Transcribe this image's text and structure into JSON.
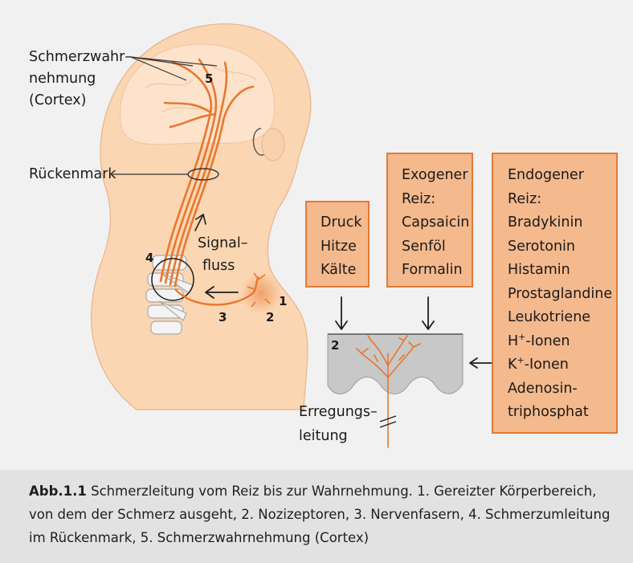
{
  "labels": {
    "perception_line1": "Schmerzwahr–",
    "perception_line2": "nehmung",
    "perception_line3": "(Cortex)",
    "spinal_cord": "Rückenmark",
    "signal_line1": "Signal–",
    "signal_line2": "fluss",
    "conduction_line1": "Erregungs–",
    "conduction_line2": "leitung"
  },
  "numbers": {
    "n1": "1",
    "n2": "2",
    "n3": "3",
    "n4": "4",
    "n5": "5",
    "skin_n2": "2"
  },
  "box_physical": [
    "Druck",
    "Hitze",
    "Kälte"
  ],
  "box_exogenous": [
    "Exogener",
    "Reiz:",
    "Capsaicin",
    "Senföl",
    "Formalin"
  ],
  "box_endogenous": {
    "lines_before": [
      "Endogener",
      "Reiz:",
      "Bradykinin",
      "Serotonin",
      "Histamin",
      "Prostaglandine",
      "Leukotriene"
    ],
    "h_ion_base": "H",
    "h_ion_sup": "+",
    "h_ion_rest": "-Ionen",
    "k_ion_base": "K",
    "k_ion_sup": "+",
    "k_ion_rest": "-Ionen",
    "lines_after": [
      "Adenosin-",
      "triphosphat"
    ]
  },
  "caption": {
    "label": "Abb.1.1",
    "text": " Schmerzleitung vom Reiz bis zur Wahrnehmung. 1. Gereizter Körperbereich, von dem der Schmerz ausgeht, 2. Nozizeptoren, 3. Nervenfasern, 4. Schmerzumleitung im Rückenmark, 5. Schmerzwahrnehmung (Cortex)"
  },
  "colors": {
    "skin": "#fbd6b3",
    "nerve": "#e8772e",
    "box_fill": "#f4b98d",
    "box_border": "#e37a37",
    "skin_tissue": "#c8c8c8"
  }
}
